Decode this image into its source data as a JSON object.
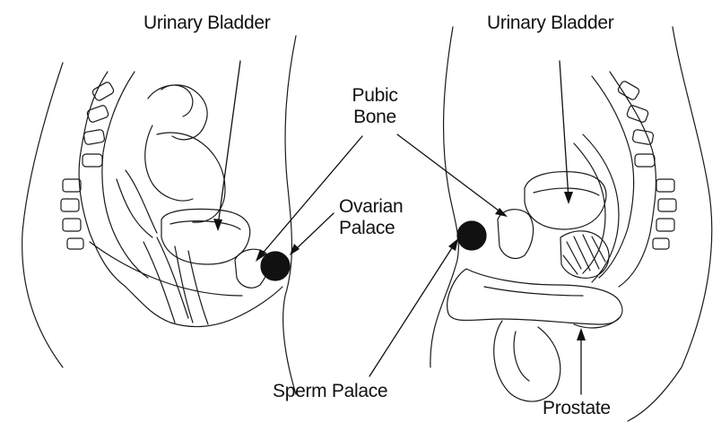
{
  "labels": {
    "female_bladder": "Urinary Bladder",
    "male_bladder": "Urinary Bladder",
    "pubic_bone_line1": "Pubic",
    "pubic_bone_line2": "Bone",
    "ovarian_line1": "Ovarian",
    "ovarian_line2": "Palace",
    "sperm_palace": "Sperm Palace",
    "prostate": "Prostate"
  },
  "colors": {
    "line": "#1a1a1a",
    "marker": "#111111",
    "background": "#ffffff"
  }
}
